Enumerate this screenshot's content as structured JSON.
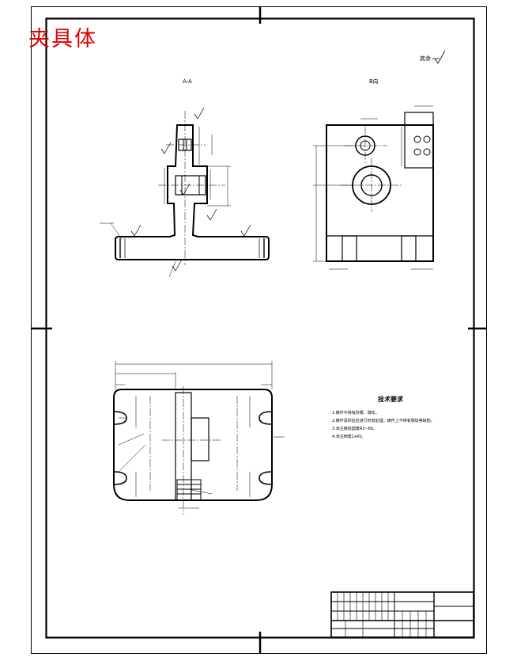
{
  "drawing": {
    "title": "夹具体",
    "roughness_symbol_label": "其余",
    "section_label": "A-A",
    "view_label": "B向",
    "technical_requirements": {
      "title": "技术要求",
      "items": [
        "1.铸件不得有砂眼、疏松。",
        "2.铸件清砂后应进行时效处理，铸件上不得有裂纹等缺陷。",
        "3.未注铸造圆角R3~R5。",
        "4.未注倒角1x45。"
      ]
    }
  }
}
